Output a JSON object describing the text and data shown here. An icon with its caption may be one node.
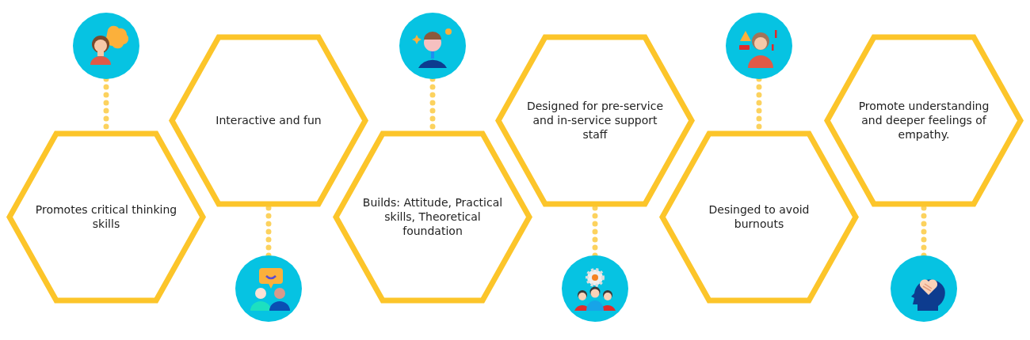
{
  "diagram": {
    "nodes": [
      {
        "text": [
          "Promotes critical thinking skills"
        ]
      },
      {
        "text": [
          "Interactive and fun"
        ]
      },
      {
        "text": [
          "Builds: Attitude, Practical skills,  Theoretical foundation"
        ]
      },
      {
        "text": [
          "Designed for pre-service and  in-service support staff"
        ]
      },
      {
        "text": [
          "Desinged to avoid burnouts"
        ]
      },
      {
        "text": [
          "Promote understanding and deeper  feelings of empathy."
        ]
      },
      {
        "text": [],
        "shape": "circle"
      },
      {
        "text": [],
        "shape": "circle"
      },
      {
        "text": [],
        "shape": "circle"
      },
      {
        "text": [],
        "shape": "circle"
      },
      {
        "text": [],
        "shape": "circle"
      },
      {
        "text": [],
        "shape": "circle"
      }
    ],
    "edges": [
      {
        "from": 6,
        "to": 0,
        "arrow": "none",
        "style": "dashed"
      },
      {
        "from": 7,
        "to": 1,
        "arrow": "none",
        "style": "dashed"
      },
      {
        "from": 8,
        "to": 2,
        "arrow": "none",
        "style": "dashed"
      },
      {
        "from": 9,
        "to": 3,
        "arrow": "none",
        "style": "dashed"
      },
      {
        "from": 10,
        "to": 4,
        "arrow": "none",
        "style": "dashed"
      },
      {
        "from": 11,
        "to": 5,
        "arrow": "none",
        "style": "dashed"
      }
    ]
  }
}
